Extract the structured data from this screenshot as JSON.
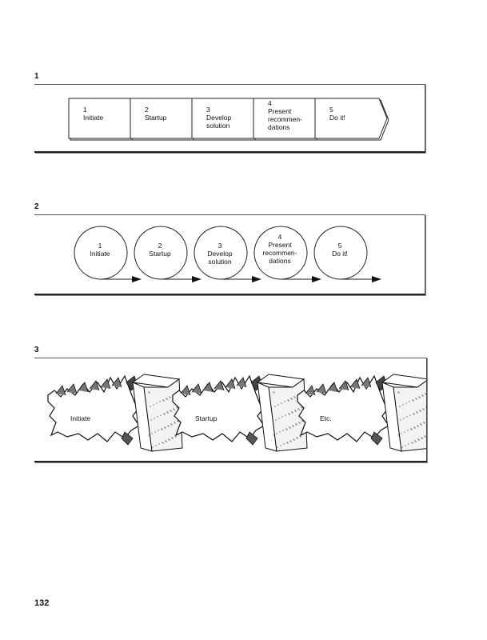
{
  "sections": [
    {
      "label": "1",
      "style": "chevrons",
      "steps": [
        {
          "lines": [
            "1",
            "Initiate"
          ]
        },
        {
          "lines": [
            "2",
            "Startup"
          ]
        },
        {
          "lines": [
            "3",
            "Develop",
            "solution"
          ]
        },
        {
          "lines": [
            "4",
            "Present",
            "recommen-",
            "dations"
          ]
        },
        {
          "lines": [
            "5",
            "Do it!"
          ]
        }
      ]
    },
    {
      "label": "2",
      "style": "circles",
      "steps": [
        {
          "lines": [
            "1",
            "Initiate"
          ]
        },
        {
          "lines": [
            "2",
            "Startup"
          ]
        },
        {
          "lines": [
            "3",
            "Develop",
            "solution"
          ]
        },
        {
          "lines": [
            "4",
            "Present",
            "recommen-",
            "dations"
          ]
        },
        {
          "lines": [
            "5",
            "Do it!"
          ]
        }
      ]
    },
    {
      "label": "3",
      "style": "breakthrough",
      "steps": [
        {
          "lines": [
            "Initiate"
          ]
        },
        {
          "lines": [
            "Startup"
          ]
        },
        {
          "lines": [
            "Etc."
          ]
        }
      ]
    }
  ],
  "page_number": "132"
}
